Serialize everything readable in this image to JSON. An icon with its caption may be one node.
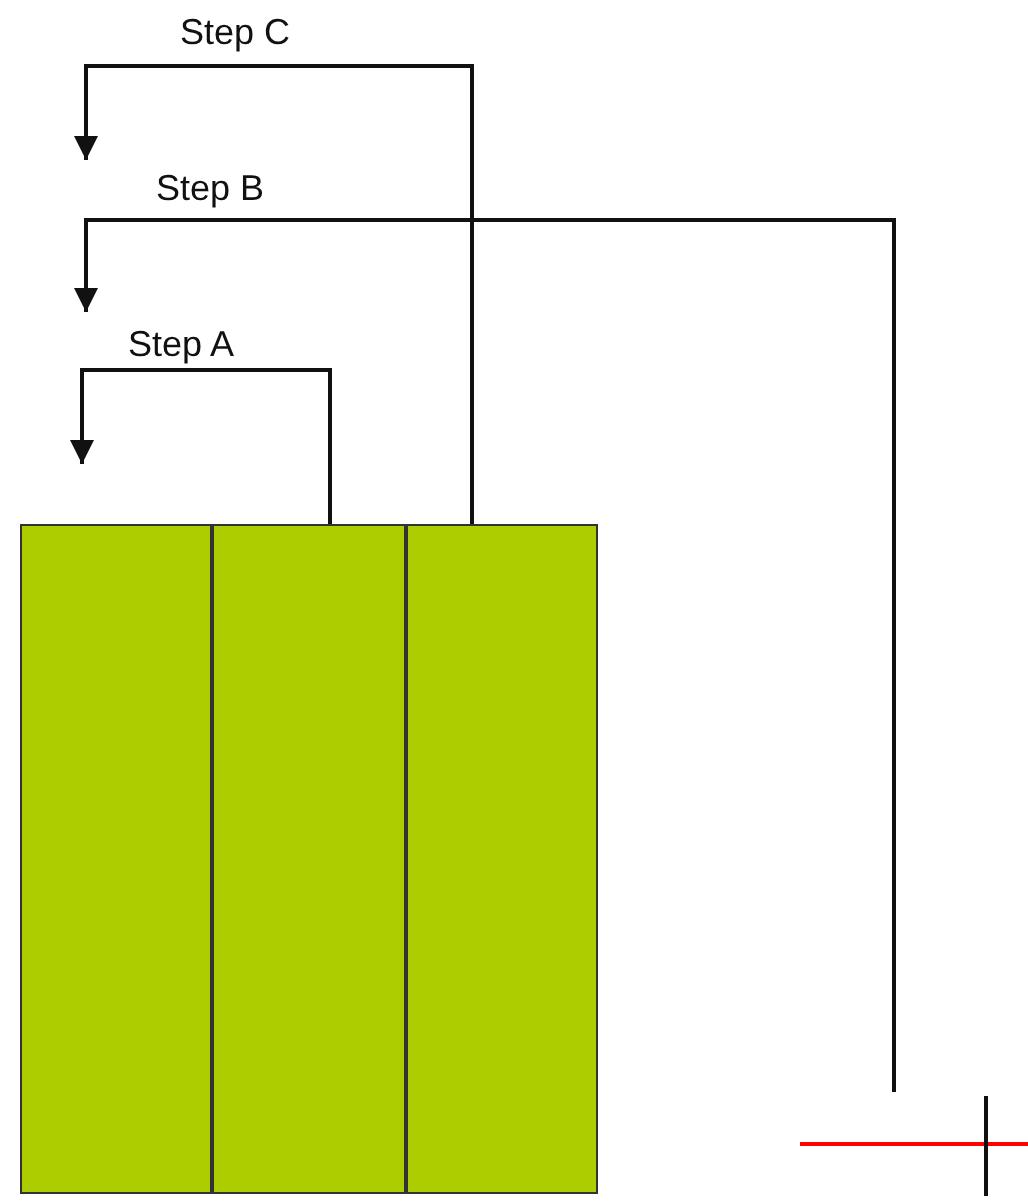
{
  "diagram": {
    "nodes": [
      {
        "text": [],
        "shape": "bar"
      },
      {
        "text": [],
        "shape": "bar"
      },
      {
        "text": [],
        "shape": "bar"
      },
      {
        "text": [],
        "shape": "line"
      }
    ],
    "edges": [
      {
        "from": 2,
        "to": null,
        "arrow": "to",
        "label": "Step C"
      },
      {
        "from": 3,
        "to": null,
        "arrow": "to",
        "label": "Step B"
      },
      {
        "from": 1,
        "to": null,
        "arrow": "to",
        "label": "Step A"
      }
    ]
  }
}
